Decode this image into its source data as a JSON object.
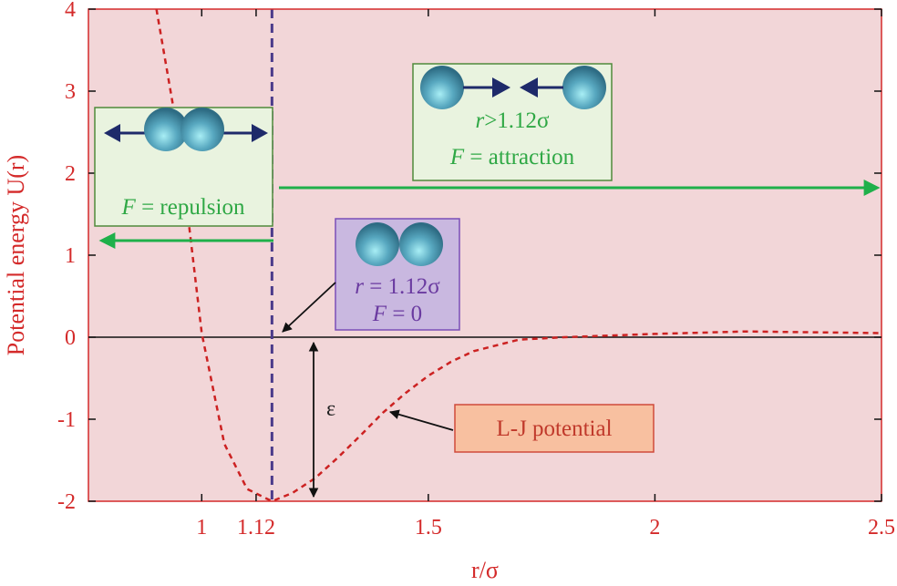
{
  "chart_data": {
    "type": "line",
    "title": "",
    "xlabel": "r/σ",
    "ylabel": "Potential energy U(r)",
    "xlim": [
      0.75,
      2.5
    ],
    "ylim": [
      -2,
      4
    ],
    "x_ticks": [
      1,
      1.12,
      1.5,
      2,
      2.5
    ],
    "x_tick_labels": [
      "1",
      "1.12",
      "1.5",
      "2",
      "2.5"
    ],
    "y_ticks": [
      -2,
      -1,
      0,
      1,
      2,
      3,
      4
    ],
    "y_tick_labels": [
      "-2",
      "-1",
      "0",
      "1",
      "2",
      "3",
      "4"
    ],
    "grid": false,
    "series": [
      {
        "style": "dashed",
        "color": "#cc2222",
        "x": [
          0.9,
          0.95,
          1.0,
          1.05,
          1.1,
          1.155,
          1.2,
          1.25,
          1.3,
          1.35,
          1.4,
          1.45,
          1.5,
          1.55,
          1.6,
          1.7,
          1.8,
          1.9,
          2.0,
          2.2,
          2.5
        ],
        "y": [
          4.0,
          2.4,
          0.05,
          -1.3,
          -1.85,
          -2.0,
          -1.9,
          -1.72,
          -1.47,
          -1.2,
          -0.92,
          -0.68,
          -0.47,
          -0.3,
          -0.17,
          -0.03,
          0.0,
          0.02,
          0.04,
          0.07,
          0.05
        ]
      }
    ],
    "vertical_line": {
      "x": 1.155,
      "style": "dashed",
      "color": "#4a3a8a"
    },
    "baseline": {
      "y": 0,
      "color": "#111111"
    },
    "annotations": {
      "repulsion": {
        "label_prefix": "F",
        "label_rest": " = repulsion"
      },
      "attraction": {
        "line1_prefix": "r",
        "line1_rest": ">1.12σ",
        "line2_prefix": "F",
        "line2_rest": " = attraction"
      },
      "equilibrium": {
        "line1_prefix": "r",
        "line1_rest": " = 1.12σ",
        "line2_prefix": "F",
        "line2_rest": " = 0"
      },
      "lj": {
        "label": "L-J potential"
      },
      "epsilon": {
        "label": "ε"
      }
    },
    "colors": {
      "plot_bg": "#f2d6d8",
      "frame": "#d42a2a",
      "green_arrow": "#1fb04a",
      "atom_arrow": "#1e2a6a",
      "box_green_fill": "#e9f3df",
      "box_green_stroke": "#4f8a3a",
      "box_purple_fill": "#c9b8e0",
      "box_purple_stroke": "#7a4fb8",
      "box_lj_fill": "#f8c0a0",
      "box_lj_stroke": "#d04a3a"
    }
  }
}
